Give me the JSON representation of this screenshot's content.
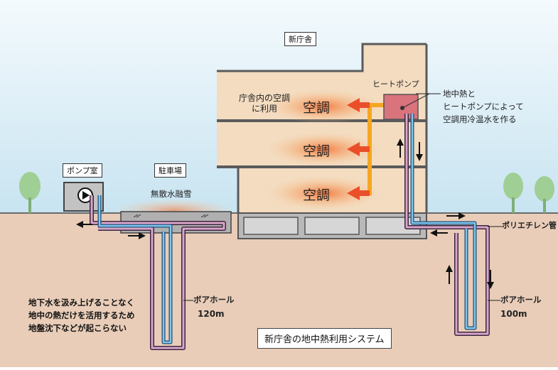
{
  "building": {
    "title": "新庁舎",
    "floor_label": "庁舎内の空調\nに利用",
    "ac_labels": [
      "空調",
      "空調",
      "空調"
    ]
  },
  "heat_pump": {
    "label": "ヒートポンプ",
    "note": "地中熱と\nヒートポンプによって\n空調用冷温水を作る"
  },
  "pump_room": {
    "label": "ポンプ室"
  },
  "parking": {
    "label": "駐車場",
    "snow_melt": "無散水融雪"
  },
  "pipe_label": "ポリエチレン管",
  "borehole_left": {
    "label": "ボアホール",
    "depth": "120m"
  },
  "borehole_right": {
    "label": "ボアホール",
    "depth": "100m"
  },
  "left_note": "地下水を汲み上げることなく\n地中の熱だけを活用するため\n地盤沈下などが起こらない",
  "caption": "新庁舎の地中熱利用システム",
  "colors": {
    "sky": "#cfe6f2",
    "ground": "#e6c9b4",
    "building": "#f0d8b8",
    "heat": "#f26a2e",
    "pump": "#d9737c",
    "pipe_cold": "#4aa3d3",
    "pipe_warm": "#7b3f63"
  }
}
